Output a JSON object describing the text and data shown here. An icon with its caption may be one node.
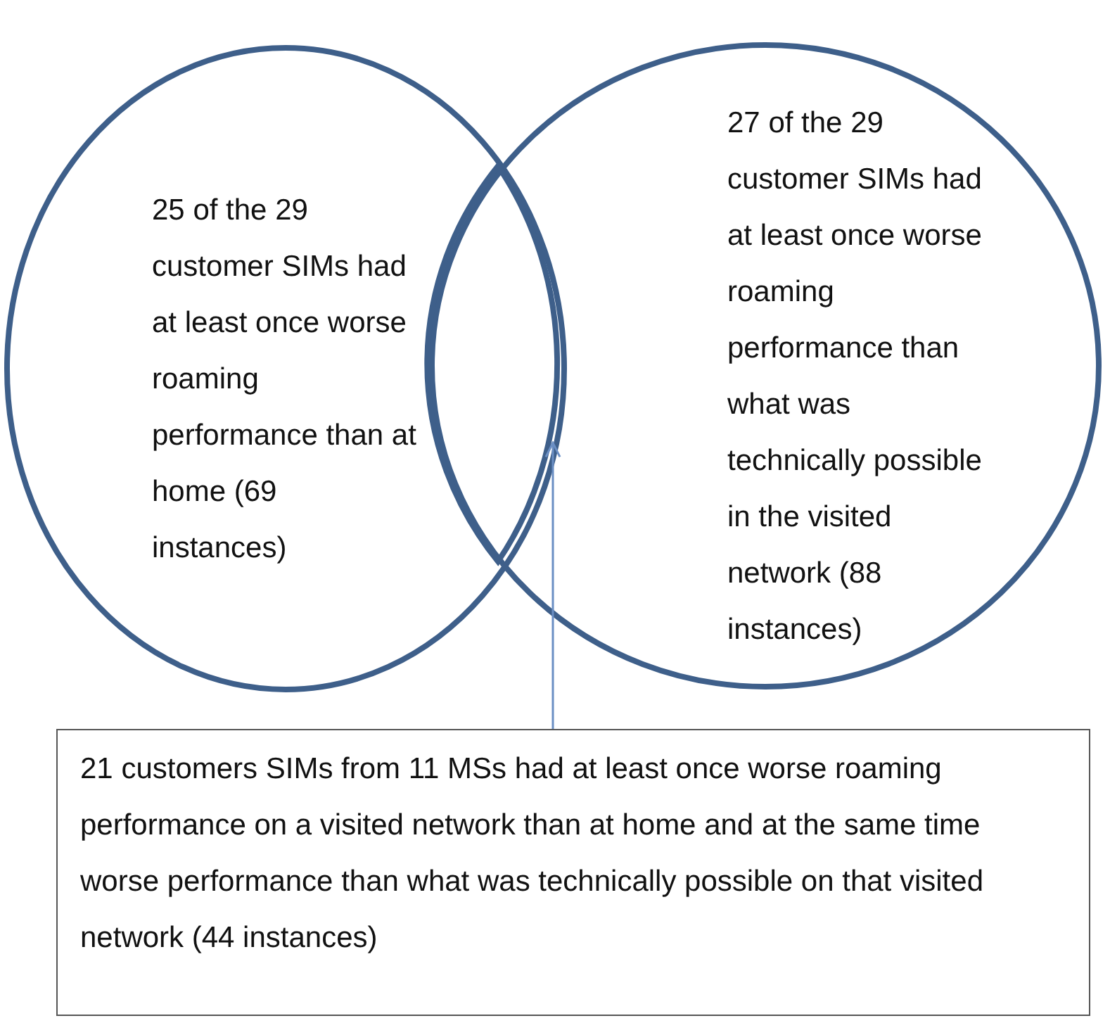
{
  "diagram": {
    "nodes": [
      {
        "text": [
          "25 of the 29 customer SIMs had at least once worse roaming performance than at home (69 instances)"
        ]
      },
      {
        "text": [
          "27 of the 29 customer SIMs had at least once worse roaming performance than what was technically possible in the visited network (88 instances)"
        ]
      },
      {
        "text": [
          "21 customers SIMs from 11 MSs had at least once worse roaming performance on a visited network than at home and at the same time worse performance than what was technically possible on that visited network (44 instances)"
        ]
      },
      {
        "text": [],
        "shape": "lens"
      }
    ],
    "edges": [
      {
        "from": 2,
        "to": 3,
        "arrow": "to"
      }
    ]
  }
}
